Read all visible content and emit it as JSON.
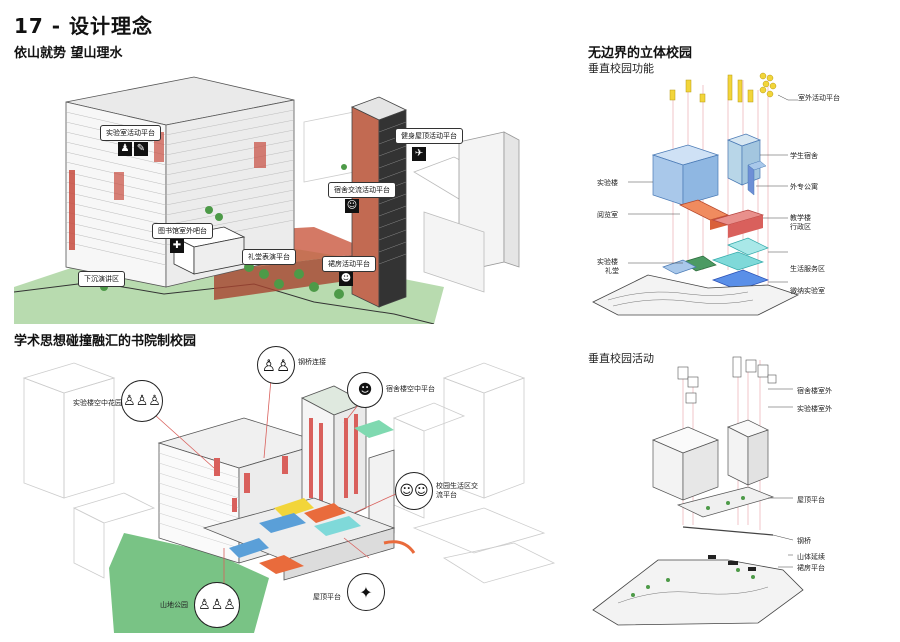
{
  "page": {
    "title": "17 - 设计理念",
    "section1_title": "依山就势  望山理水",
    "section2_title": "学术思想碰撞融汇的书院制校园",
    "section3_title": "无边界的立体校园",
    "section3_sub1": "垂直校园功能",
    "section3_sub2": "垂直校园活动"
  },
  "top_callouts": {
    "lab_platform": "实验室活动平台",
    "gym_roof": "健身屋顶活动平台",
    "dorm_platform": "宿舍交流活动平台",
    "library_terrace": "图书馆室外吧台",
    "auditorium_platform": "礼堂表演平台",
    "sunken_plaza": "下沉演讲区",
    "rooftop_platform": "裙房活动平台"
  },
  "bottom_labels": {
    "bridge": "钢桥连接",
    "lab_sky_garden": "实验楼空中花园",
    "dorm_sky_platform": "宿舍楼空中平台",
    "campus_life_platform": "校园生活区交流平台",
    "roof_platform": "屋顶平台",
    "mountain_park": "山地公园"
  },
  "func_labels": {
    "outdoor_platform": "室外活动平台",
    "student_dorm": "学生宿舍",
    "lab_building": "实验楼",
    "foreign_apartment": "外专公寓",
    "reading_room": "阅览室",
    "teaching_building": "教学楼",
    "admin_zone": "行政区",
    "lab_building_2": "实验楼",
    "auditorium": "礼堂",
    "life_service": "生活服务区",
    "micro_lab": "微纳实验室"
  },
  "activity_labels": {
    "dorm_outdoor": "宿舍楼室外",
    "lab_outdoor": "实验楼室外",
    "roof_platform": "屋顶平台",
    "bridge": "钢桥",
    "mountain_extend": "山体延续",
    "podium_platform": "裙房平台"
  },
  "colors": {
    "blue": "#a9c8ea",
    "orange": "#e96b3c",
    "red": "#d9605c",
    "cyan": "#7fd9d9",
    "green": "#4caf63",
    "yellow": "#f2d53a",
    "building_red": "#c74b3e"
  }
}
